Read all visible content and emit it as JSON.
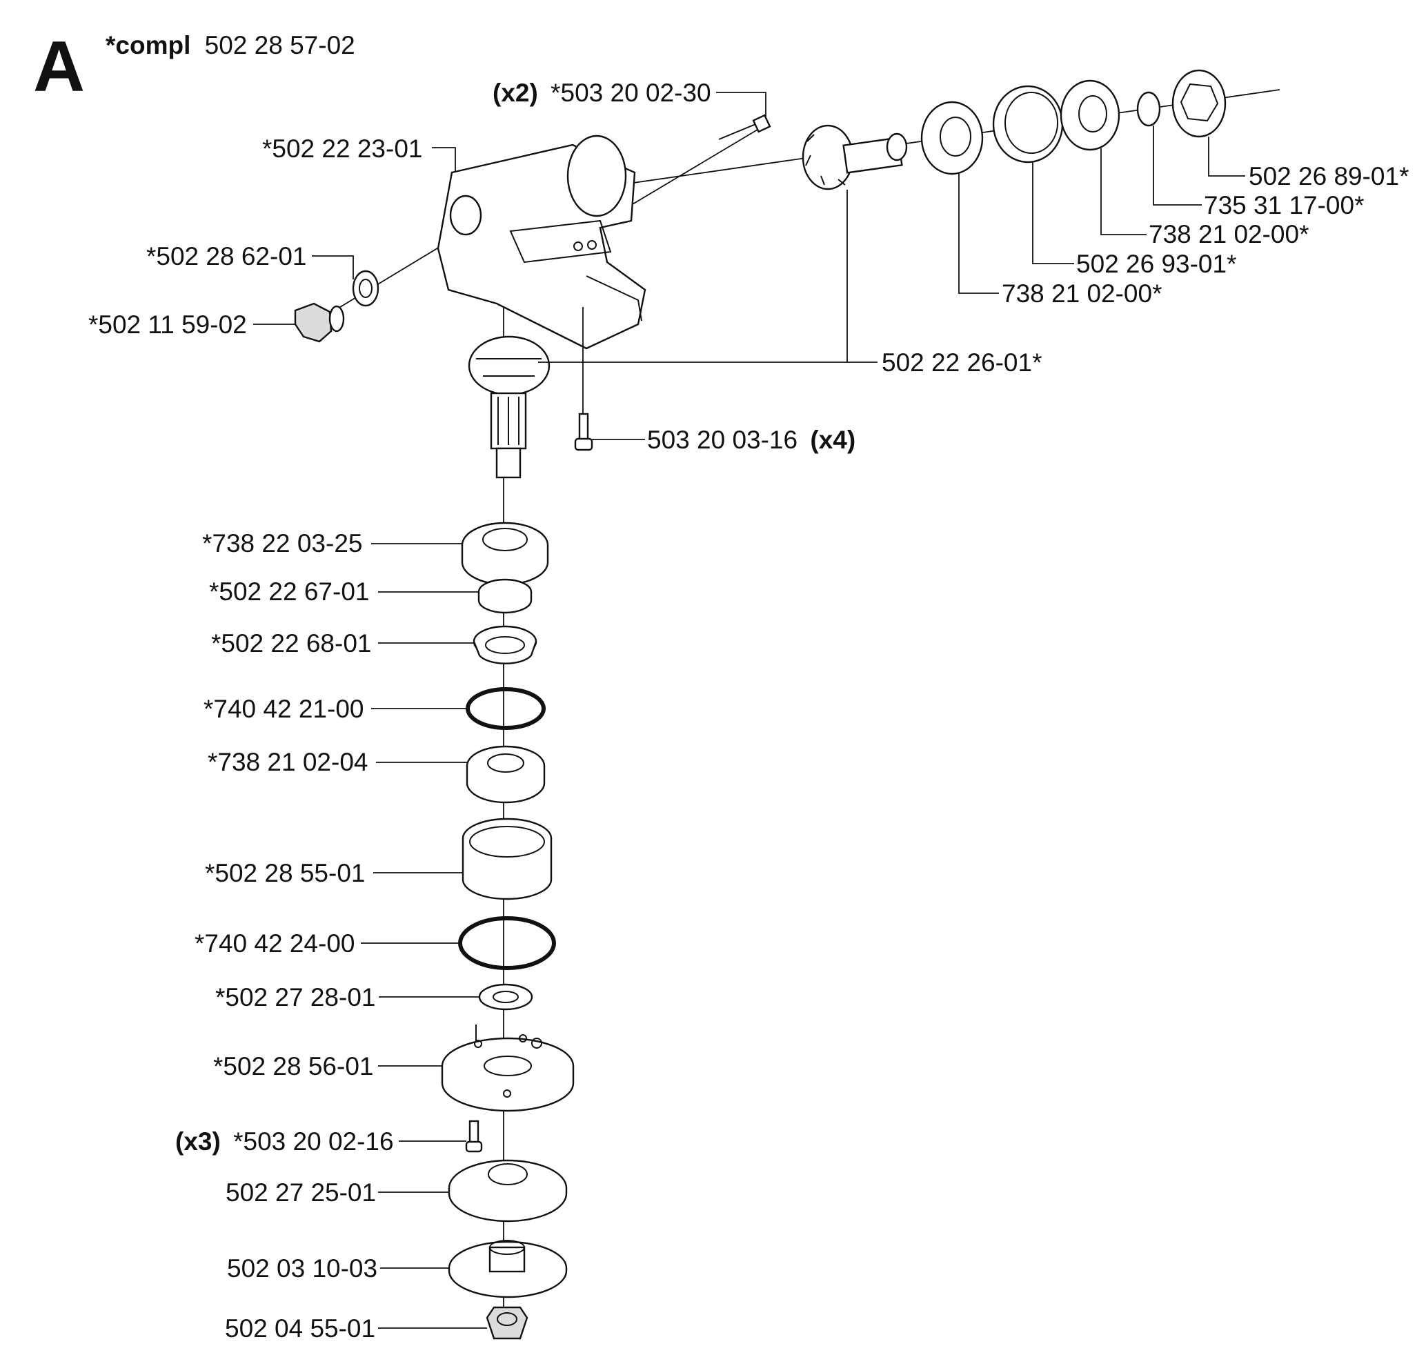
{
  "section": {
    "letter": "A",
    "compl_prefix": "*compl",
    "compl_number": "502 28 57-02"
  },
  "parts": [
    {
      "id": "bolt-x2",
      "qty": "(x2)",
      "number": "*503 20 02-30"
    },
    {
      "id": "gear-housing",
      "number": "*502 22 23-01"
    },
    {
      "id": "washer",
      "number": "*502 28 62-01"
    },
    {
      "id": "plug",
      "number": "*502 11 59-02"
    },
    {
      "id": "cap-nut",
      "number": "502 26 89-01*"
    },
    {
      "id": "circlip",
      "number": "735 31 17-00*"
    },
    {
      "id": "bearing-outer-right",
      "number": "738 21 02-00*"
    },
    {
      "id": "sleeve-right",
      "number": "502 26 93-01*"
    },
    {
      "id": "bearing-inner-right",
      "number": "738 21 02-00*"
    },
    {
      "id": "gear-set",
      "number": "502 22 26-01*"
    },
    {
      "id": "screw-x4",
      "number": "503 20 03-16",
      "qty": "(x4)"
    },
    {
      "id": "bearing-1",
      "number": "*738 22 03-25"
    },
    {
      "id": "spacer-ring",
      "number": "*502 22 67-01"
    },
    {
      "id": "seal-cup",
      "number": "*502 22 68-01"
    },
    {
      "id": "oring-small",
      "number": "*740 42 21-00"
    },
    {
      "id": "bearing-2",
      "number": "*738 21 02-04"
    },
    {
      "id": "sleeve-lower",
      "number": "*502 28 55-01"
    },
    {
      "id": "oring-large",
      "number": "*740 42 24-00"
    },
    {
      "id": "washer-lower",
      "number": "*502 27 28-01"
    },
    {
      "id": "bearing-cover",
      "number": "*502 28 56-01"
    },
    {
      "id": "screw-x3",
      "qty": "(x3)",
      "number": "*503 20 02-16"
    },
    {
      "id": "drive-disc",
      "number": "502 27 25-01"
    },
    {
      "id": "support-cup",
      "number": "502 03 10-03"
    },
    {
      "id": "lock-nut",
      "number": "502 04 55-01"
    }
  ]
}
